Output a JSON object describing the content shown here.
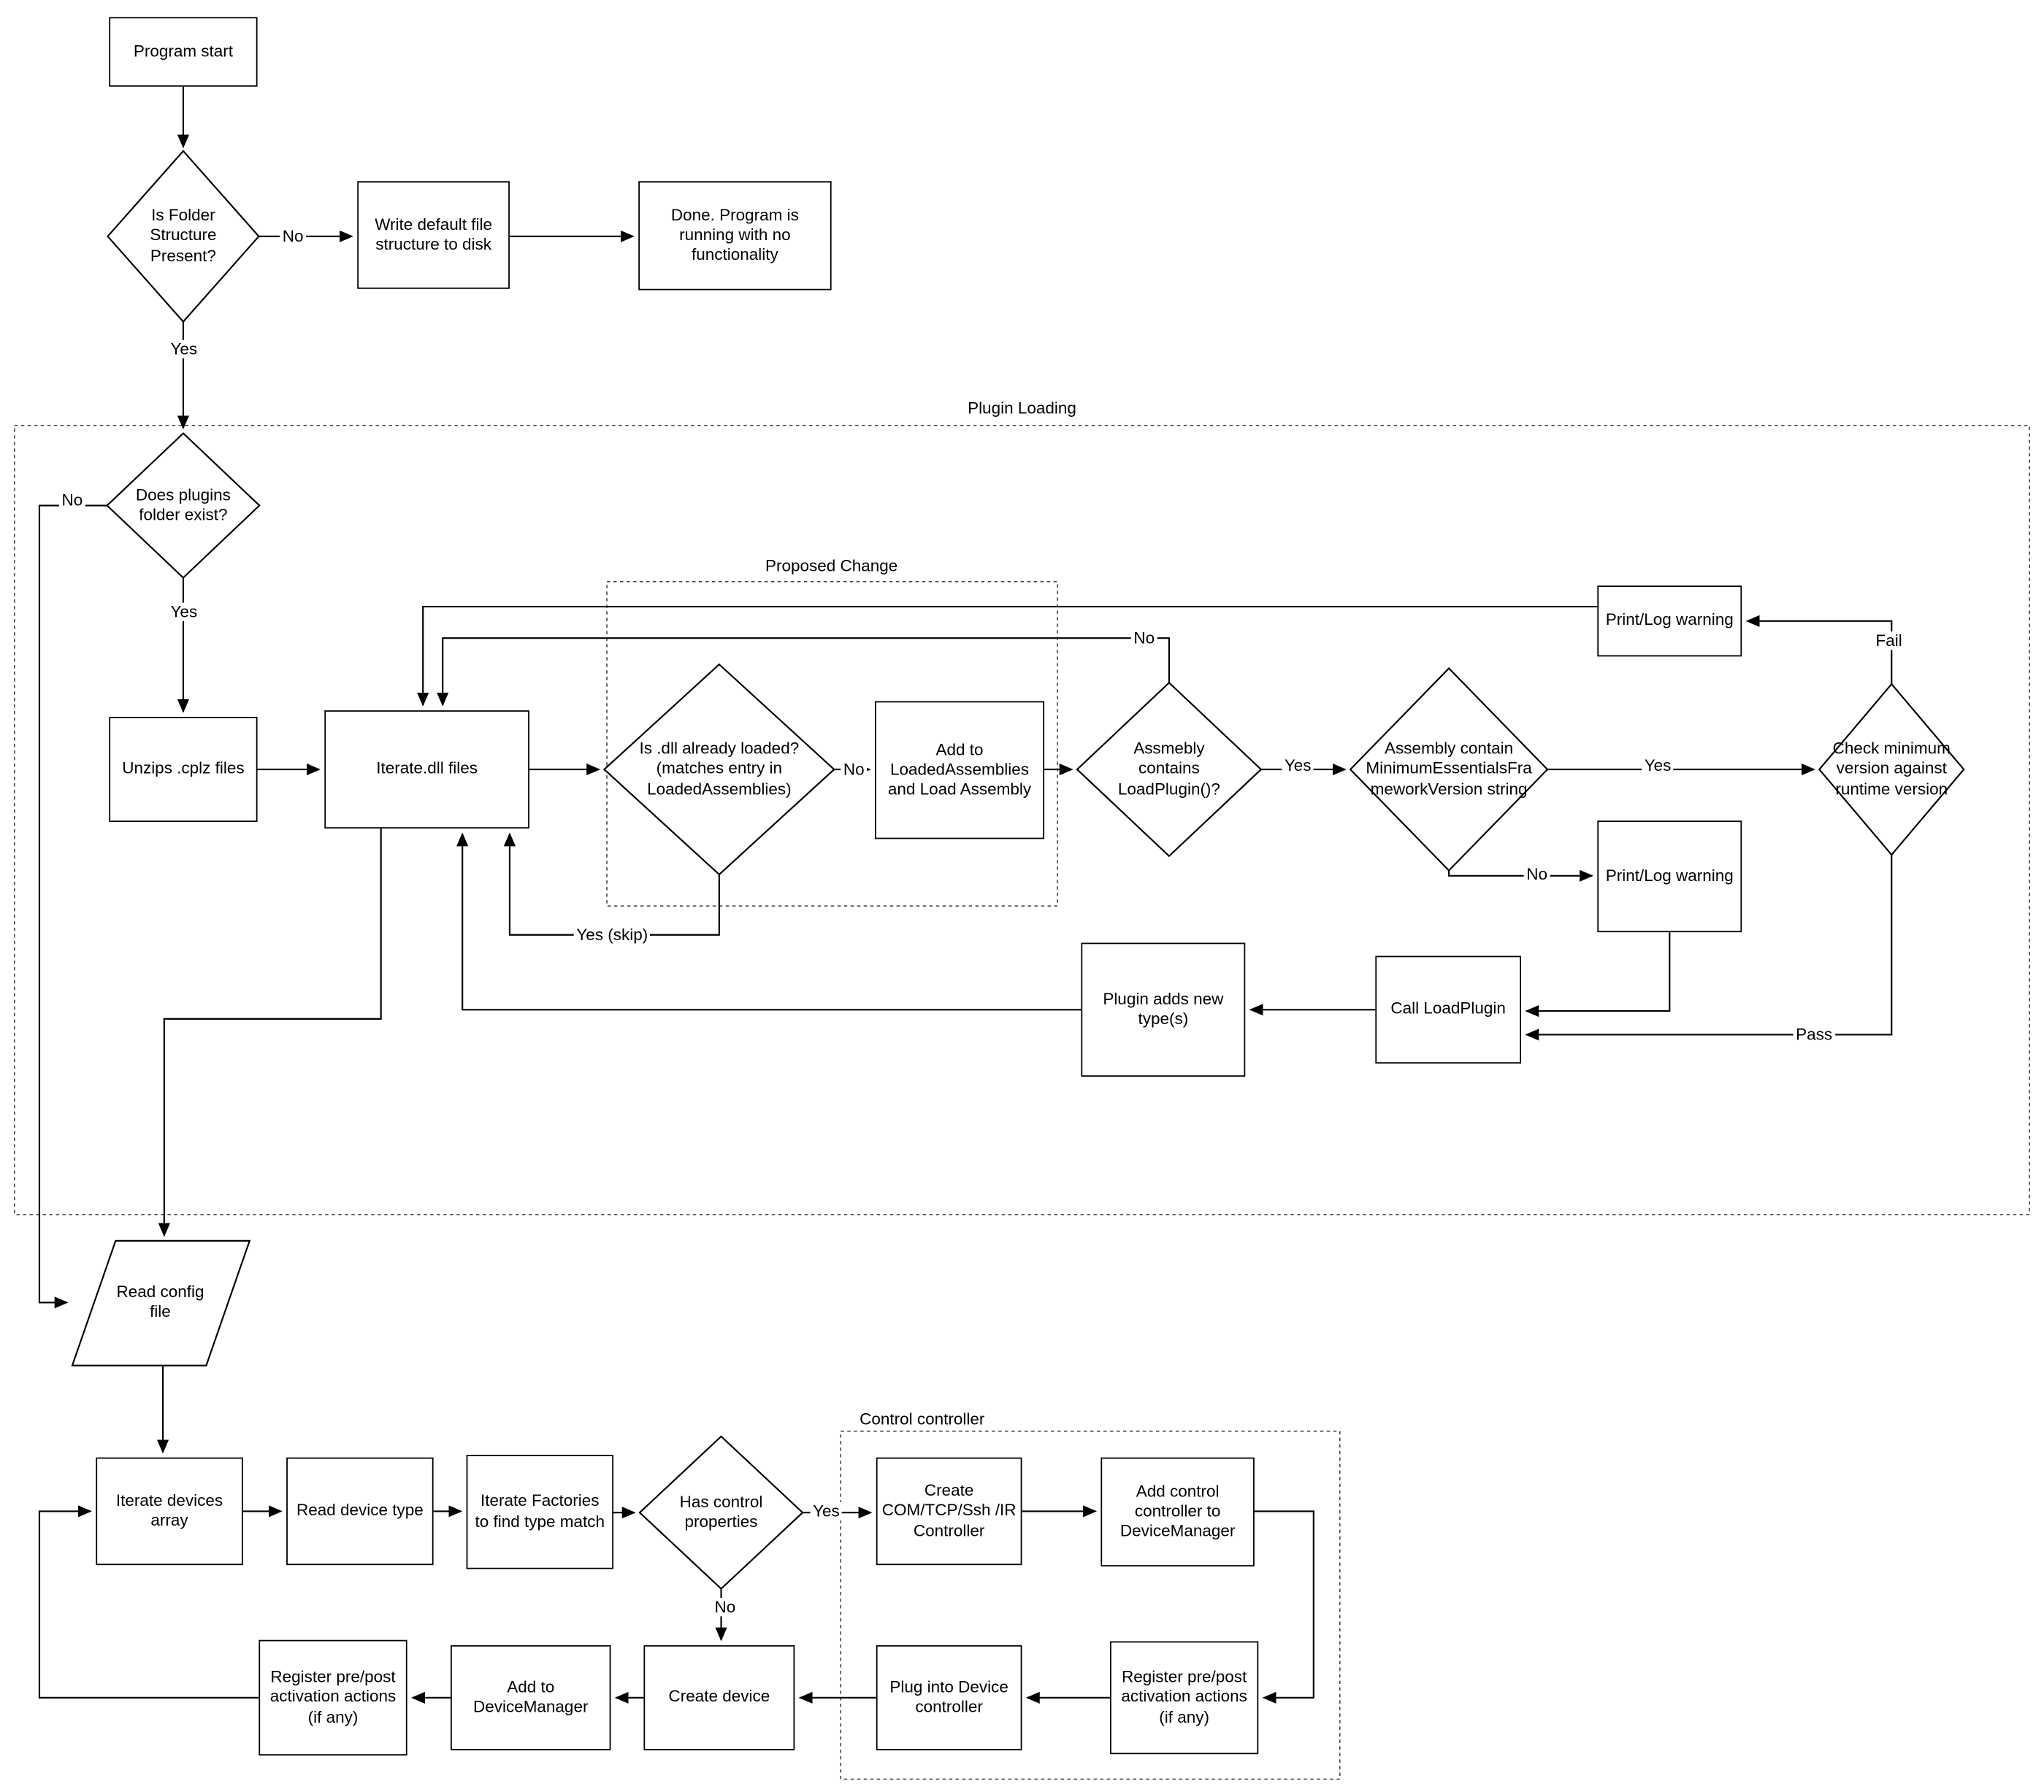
{
  "diagram": {
    "groups": {
      "plugin_loading": "Plugin Loading",
      "proposed_change": "Proposed Change",
      "control_controller": "Control controller"
    },
    "nodes": {
      "program_start": "Program start",
      "is_folder_structure": "Is Folder Structure Present?",
      "write_default": "Write default file structure to disk",
      "done": "Done.  Program is running with no functionality",
      "does_plugins_exist": "Does plugins folder exist?",
      "unzips_cplz": "Unzips .cplz files",
      "iterate_dll": "Iterate.dll files",
      "is_dll_loaded": "Is .dll already loaded? (matches entry in LoadedAssemblies)",
      "add_to_loaded": "Add to LoadedAssemblies and Load Assembly",
      "assembly_contains_loadplugin": "Assmebly contains LoadPlugin()?",
      "assembly_contains_minver": "Assembly contain MinimumEssentialsFrameworkVersion string",
      "check_min_version": "Check minimum version against runtime version",
      "print_log_warning_top": "Print/Log warning",
      "print_log_warning_mid": "Print/Log warning",
      "call_loadplugin": "Call LoadPlugin",
      "plugin_adds_types": "Plugin adds new type(s)",
      "read_config": "Read config file",
      "iterate_devices": "Iterate devices array",
      "read_device_type": "Read device type",
      "iterate_factories": "Iterate Factories to find type match",
      "has_control_props": "Has control properties",
      "create_controller": "Create COM/TCP/Ssh /IR Controller",
      "add_control_controller": "Add control controller to DeviceManager",
      "register_activation_ctrl": "Register pre/post activation actions (if any)",
      "plug_into_device": "Plug into Device controller",
      "create_device": "Create device",
      "add_to_devicemanager": "Add to DeviceManager",
      "register_activation_dev": "Register pre/post activation actions (if any)"
    },
    "edge_labels": {
      "folder_no": "No",
      "folder_yes": "Yes",
      "plugins_no": "No",
      "plugins_yes": "Yes",
      "dll_loaded_no": "No",
      "dll_loaded_yes_skip": "Yes (skip)",
      "loadplugin_no": "No",
      "loadplugin_yes": "Yes",
      "minver_yes": "Yes",
      "minver_no": "No",
      "version_fail": "Fail",
      "version_pass": "Pass",
      "control_yes": "Yes",
      "control_no": "No"
    }
  }
}
